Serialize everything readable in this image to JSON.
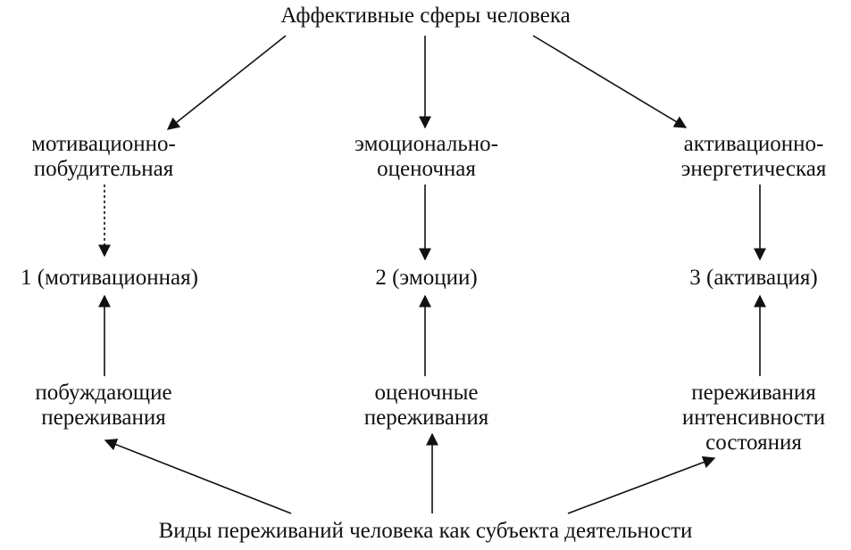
{
  "title": "Аффективные сферы человека",
  "bottom": "Виды переживаний человека как субъекта деятельности",
  "spheres": [
    {
      "line1": "мотивационно-",
      "line2": "побудительная"
    },
    {
      "line1": "эмоционально-",
      "line2": "оценочная"
    },
    {
      "line1": "активационно-",
      "line2": "энергетическая"
    }
  ],
  "components": [
    "1 (мотивационная)",
    "2 (эмоции)",
    "3 (активация)"
  ],
  "experiences": [
    {
      "line1": "побуждающие",
      "line2": "переживания",
      "line3": ""
    },
    {
      "line1": "оценочные",
      "line2": "переживания",
      "line3": ""
    },
    {
      "line1": "переживания",
      "line2": "интенсивности",
      "line3": "состояния"
    }
  ],
  "colors": {
    "ink": "#111111",
    "background": "#ffffff"
  }
}
